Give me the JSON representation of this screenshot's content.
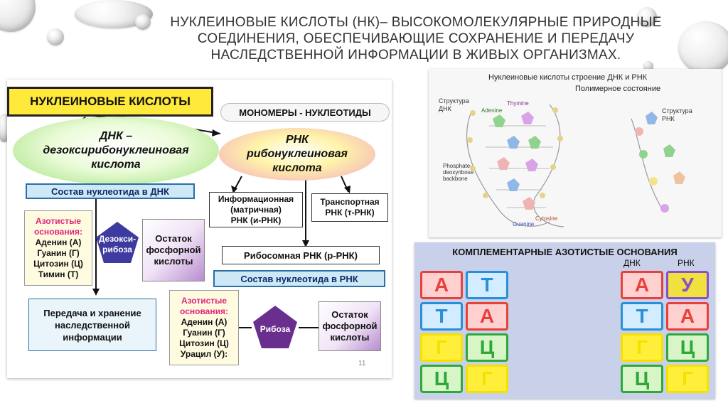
{
  "title": {
    "line1": "Нуклеиновые кислоты (НК)– высокомолекулярные природные",
    "line2": "соединения, обеспечивающие сохранение и передачу",
    "line3": "наследственной информации в живых организмах."
  },
  "diagram": {
    "header": "НУКЛЕИНОВЫЕ КИСЛОТЫ",
    "monomers": "МОНОМЕРЫ - НУКЛЕОТИДЫ",
    "dna": [
      "ДНК –",
      "дезоксирибонуклеиновая",
      "кислота"
    ],
    "rna": [
      "РНК",
      "рибонуклеиновая",
      "кислота"
    ],
    "dna_composition": "Состав нуклеотида в ДНК",
    "dna_bases": {
      "title1": "Азотистые",
      "title2": "основания:",
      "items": [
        "Аденин (А)",
        "Гуанин (Г)",
        "Цитозин (Ц)",
        "Тимин (Т)"
      ]
    },
    "deoxyribose": [
      "Дезокси-",
      "рибоза"
    ],
    "phosphate": [
      "Остаток",
      "фосфорной",
      "кислоты"
    ],
    "mrna": [
      "Информационная",
      "(матричная)",
      "РНК (и-РНК)"
    ],
    "trna": [
      "Транспортная",
      "РНК (т-РНК)"
    ],
    "rrna": "Рибосомная РНК (р-РНК)",
    "rna_composition": "Состав нуклеотида в РНК",
    "transfer": [
      "Передача и хранение",
      "наследственной",
      "информации"
    ],
    "rna_bases": {
      "title1": "Азотистые",
      "title2": "основания:",
      "items": [
        "Аденин (А)",
        "Гуанин (Г)",
        "Цитозин (Ц)",
        "Урацил (У):"
      ]
    },
    "ribose": "Рибоза",
    "phosphate2": [
      "Остаток",
      "фосфорной",
      "кислоты"
    ],
    "page_no": "11"
  },
  "structure": {
    "title": "Нуклеиновые кислоты строение ДНК и РНК",
    "subtitle": "Полимерное состояние",
    "dna_label": [
      "Структура",
      "ДНК"
    ],
    "rna_label": [
      "Структура",
      "РНК"
    ],
    "labels": {
      "adenine": "Adenine",
      "thymine": "Thymine",
      "backbone": [
        "Phosphate-",
        "deoxyribose",
        "backbone"
      ],
      "cytosine": "Cytosine",
      "guanine": "Guanine"
    }
  },
  "complementary": {
    "title": "КОМПЛЕМЕНТАРНЫЕ АЗОТИСТЫЕ ОСНОВАНИЯ",
    "dna": "ДНК",
    "rna": "РНК",
    "left": [
      [
        "А",
        "Т"
      ],
      [
        "Т",
        "А"
      ],
      [
        "Г",
        "Ц"
      ],
      [
        "Ц",
        "Г"
      ]
    ],
    "right": [
      [
        "А",
        "У"
      ],
      [
        "Т",
        "А"
      ],
      [
        "Г",
        "Ц"
      ],
      [
        "Ц",
        "Г"
      ]
    ],
    "colors": {
      "А": "#e8413a",
      "Т": "#2a8fd6",
      "Г": "#f5e100",
      "Ц": "#2fa83a",
      "У": "#8a4fc9"
    }
  }
}
